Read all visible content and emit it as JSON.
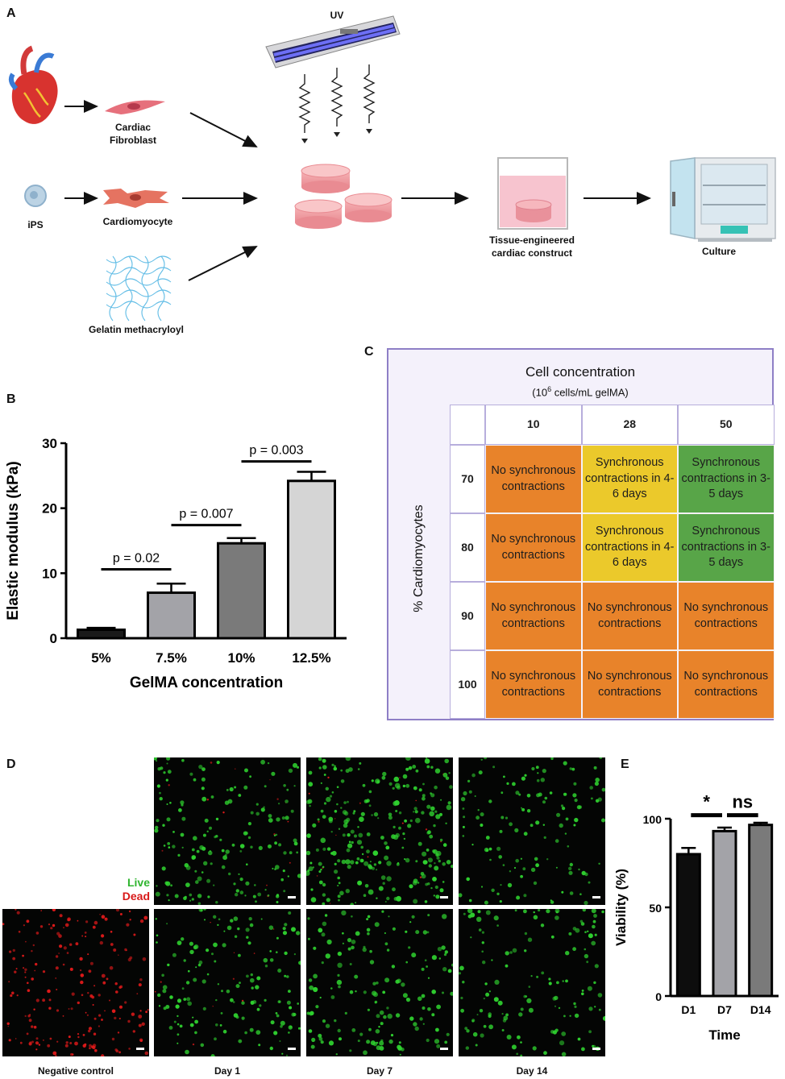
{
  "panels": {
    "a": "A",
    "b": "B",
    "c": "C",
    "d": "D",
    "e": "E"
  },
  "panel_a": {
    "uv_label": "UV",
    "cardiac_fibroblast": [
      "Cardiac",
      "Fibroblast"
    ],
    "ips": "iPS",
    "cardiomyocyte": "Cardiomyocyte",
    "gelatin": "Gelatin methacryloyl",
    "construct": [
      "Tissue-engineered",
      "cardiac construct"
    ],
    "culture": "Culture"
  },
  "panel_c": {
    "title": "Cell concentration",
    "subtitle_pre": "(10",
    "subtitle_sup": "6",
    "subtitle_post": " cells/mL gelMA)",
    "row_axis_label": "% Cardiomyocytes",
    "columns": [
      "10",
      "28",
      "50"
    ],
    "rows": [
      {
        "label": "70",
        "cells": [
          {
            "text": "No synchronous contractions",
            "color": "orange"
          },
          {
            "text": "Synchronous contractions in 4-6 days",
            "color": "yellow"
          },
          {
            "text": "Synchronous contractions in 3-5 days",
            "color": "green"
          }
        ]
      },
      {
        "label": "80",
        "cells": [
          {
            "text": "No synchronous contractions",
            "color": "orange"
          },
          {
            "text": "Synchronous contractions in 4-6 days",
            "color": "yellow"
          },
          {
            "text": "Synchronous contractions in 3-5 days",
            "color": "green"
          }
        ]
      },
      {
        "label": "90",
        "cells": [
          {
            "text": "No synchronous contractions",
            "color": "orange"
          },
          {
            "text": "No synchronous contractions",
            "color": "orange"
          },
          {
            "text": "No synchronous contractions",
            "color": "orange"
          }
        ]
      },
      {
        "label": "100",
        "cells": [
          {
            "text": "No synchronous contractions",
            "color": "orange"
          },
          {
            "text": "No synchronous contractions",
            "color": "orange"
          },
          {
            "text": "No synchronous contractions",
            "color": "orange"
          }
        ]
      }
    ],
    "colors": {
      "orange": "#e8832a",
      "yellow": "#ebc92b",
      "green": "#58a548"
    }
  },
  "panel_d": {
    "live_label": "Live",
    "dead_label": "Dead",
    "live_color": "#2fd12f",
    "dead_color": "#e01a1a",
    "captions": [
      "Negative control",
      "Day 1",
      "Day 7",
      "Day 14"
    ]
  },
  "chart_data": [
    {
      "type": "bar",
      "categories": [
        "5%",
        "7.5%",
        "10%",
        "12.5%"
      ],
      "values": [
        1.3,
        7.0,
        14.6,
        24.2
      ],
      "errors": [
        0.3,
        1.4,
        0.8,
        1.4
      ],
      "colors": [
        "#1a1a1a",
        "#a3a3a8",
        "#7a7a7a",
        "#d5d5d5"
      ],
      "title": "",
      "xlabel": "GelMA concentration",
      "ylabel": "Elastic modulus  (kPa)",
      "ylim": [
        0,
        30
      ],
      "yticks": [
        0,
        10,
        20,
        30
      ],
      "annotations": [
        {
          "text": "p = 0.02",
          "from": 0,
          "to": 1,
          "y": 10.6
        },
        {
          "text": "p = 0.007",
          "from": 1,
          "to": 2,
          "y": 17.4
        },
        {
          "text": "p = 0.003",
          "from": 2,
          "to": 3,
          "y": 27.2
        }
      ]
    },
    {
      "type": "bar",
      "categories": [
        "D1",
        "D7",
        "D14"
      ],
      "values": [
        80,
        93,
        96.5
      ],
      "errors": [
        3.5,
        2,
        1.2
      ],
      "colors": [
        "#0d0d0d",
        "#a3a3a8",
        "#7a7a7a"
      ],
      "title": "",
      "xlabel": "Time",
      "ylabel": "Viability (%)",
      "ylim": [
        0,
        100
      ],
      "yticks": [
        0,
        50,
        100
      ],
      "annotations": [
        {
          "text": "*",
          "from": 0,
          "to": 1,
          "y": 102
        },
        {
          "text": "ns",
          "from": 1,
          "to": 2,
          "y": 102
        }
      ]
    }
  ]
}
